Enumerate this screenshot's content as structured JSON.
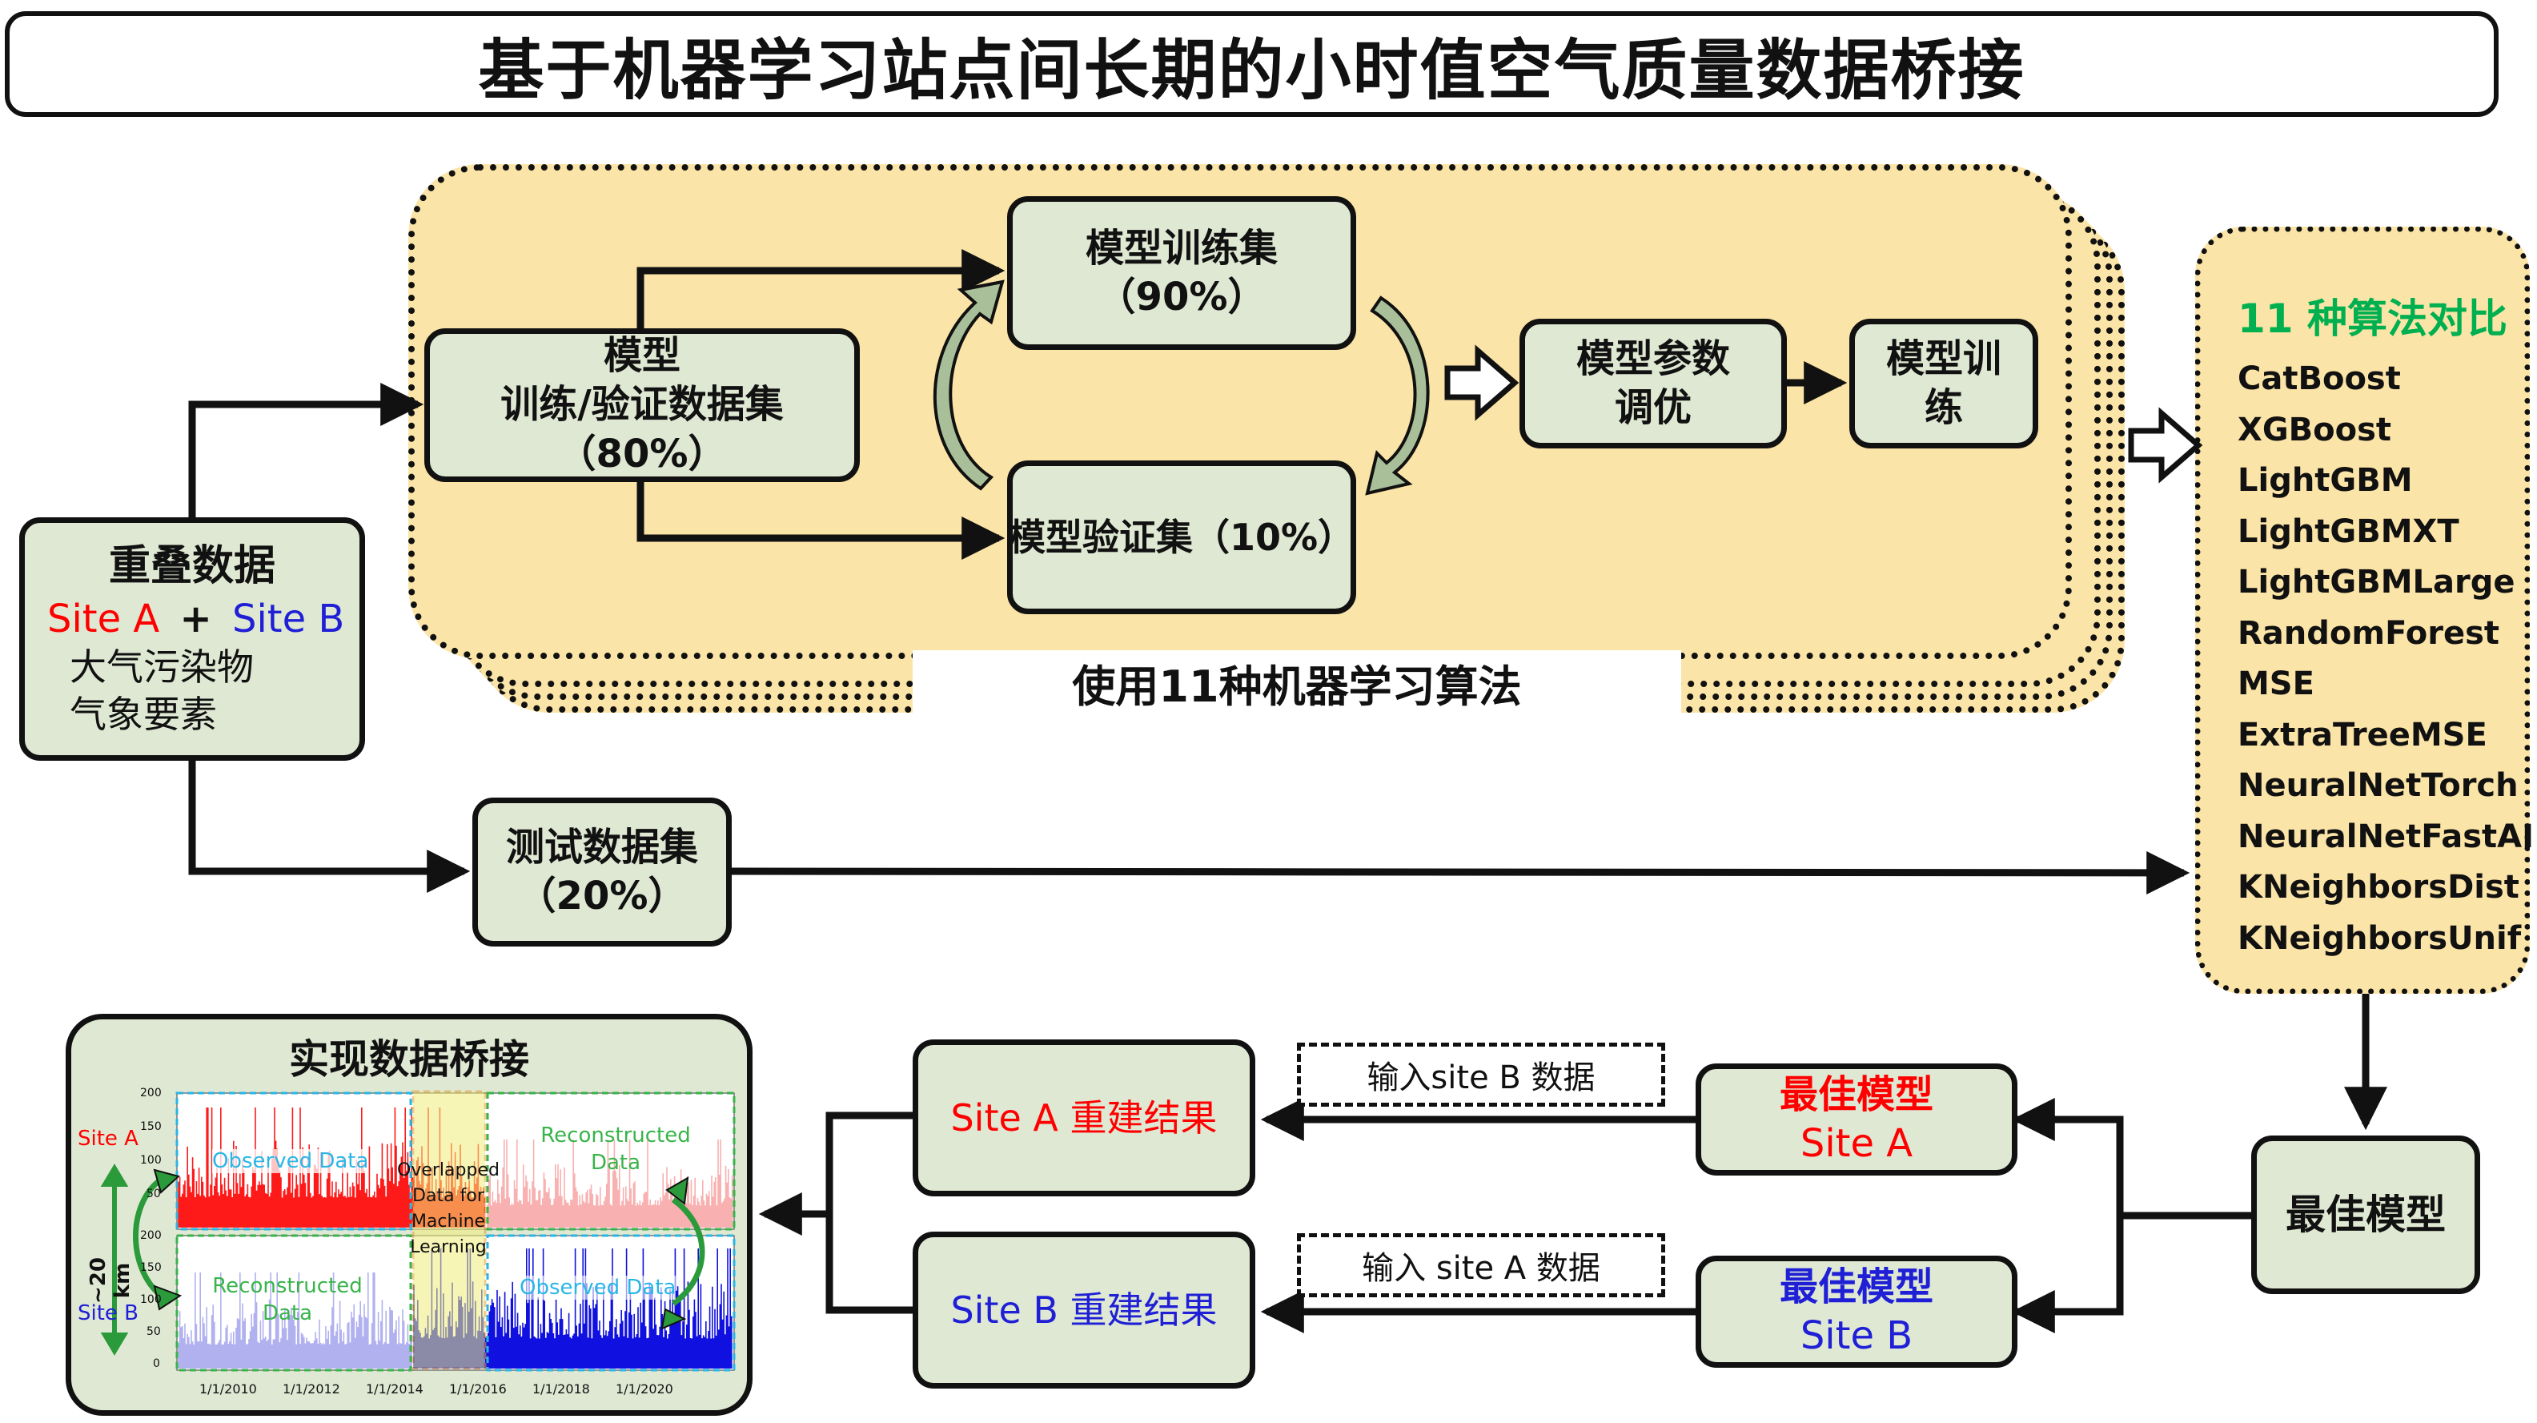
{
  "title": "基于机器学习站点间长期的小时值空气质量数据桥接",
  "overlap": {
    "heading": "重叠数据",
    "site_a": "Site A",
    "plus": "+",
    "site_b": "Site B",
    "line1": "大气污染物",
    "line2": "气象要素"
  },
  "trainval": {
    "line1": "模型",
    "line2": "训练/验证数据集",
    "line3": "（80%）"
  },
  "train_set": {
    "line1": "模型训练集",
    "line2": "（90%）"
  },
  "val_set": {
    "label": "模型验证集（10%）"
  },
  "tune": {
    "line1": "模型参数",
    "line2": "调优"
  },
  "training": {
    "line1": "模型训",
    "line2": "练"
  },
  "ml_algorithms_label": "使用11种机器学习算法",
  "test_set": {
    "line1": "测试数据集",
    "line2": "（20%）"
  },
  "algorithms": {
    "heading": "11 种算法对比",
    "items": [
      "CatBoost",
      "XGBoost",
      "LightGBM",
      "LightGBMXT",
      "LightGBMLarge",
      "RandomForest",
      "MSE",
      "ExtraTreeMSE",
      "NeuralNetTorch",
      "NeuralNetFastAI",
      "KNeighborsDist",
      "KNeighborsUnif"
    ]
  },
  "best_model": "最佳模型",
  "best_a": {
    "line1": "最佳模型",
    "line2": "Site A"
  },
  "best_b": {
    "line1": "最佳模型",
    "line2": "Site B"
  },
  "input_b": "输入site B 数据",
  "input_a": "输入 site A 数据",
  "result_a": "Site A 重建结果",
  "result_b": "Site B 重建结果",
  "bridge": {
    "heading": "实现数据桥接",
    "site_a": "Site A",
    "site_b": "Site B",
    "distance": "~20 km",
    "observed": "Observed Data",
    "reconstructed_1": "Reconstructed",
    "reconstructed_2": "Data",
    "overlap_1": "Overlapped",
    "overlap_2": "Data for",
    "overlap_3": "Machine",
    "overlap_4": "Learning",
    "y_ticks": [
      "200",
      "150",
      "100",
      "50",
      "0"
    ],
    "x_ticks": [
      "1/1/2010",
      "1/1/2012",
      "1/1/2014",
      "1/1/2016",
      "1/1/2018",
      "1/1/2020"
    ]
  },
  "colors": {
    "box_fill": "#dfe8d3",
    "panel_fill": "#fbe4a7",
    "site_a": "#ff0000",
    "site_b": "#1f1fd6",
    "highlight": "#00b050",
    "observed_label": "#29b6e6"
  }
}
